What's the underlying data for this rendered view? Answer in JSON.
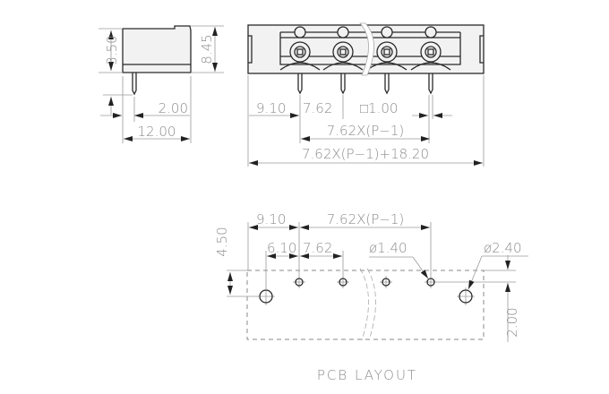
{
  "side_view": {
    "dim_height_top": "3.50",
    "dim_height_total": "8.45",
    "dim_pin": "2.00",
    "dim_depth": "12.00"
  },
  "front_view": {
    "dim_offset": "9.10",
    "dim_pitch": "7.62",
    "dim_pin_square": "□1.00",
    "dim_span": "7.62X(P−1)",
    "dim_total": "7.62X(P−1)+18.20"
  },
  "pcb_layout": {
    "dim_offset": "9.10",
    "dim_span": "7.62X(P−1)",
    "dim_mount": "6.10",
    "dim_pitch": "7.62",
    "dim_hole_small": "ø1.40",
    "dim_hole_large": "ø2.40",
    "dim_height": "4.50",
    "dim_offset_v": "2.00",
    "title": "PCB LAYOUT"
  }
}
